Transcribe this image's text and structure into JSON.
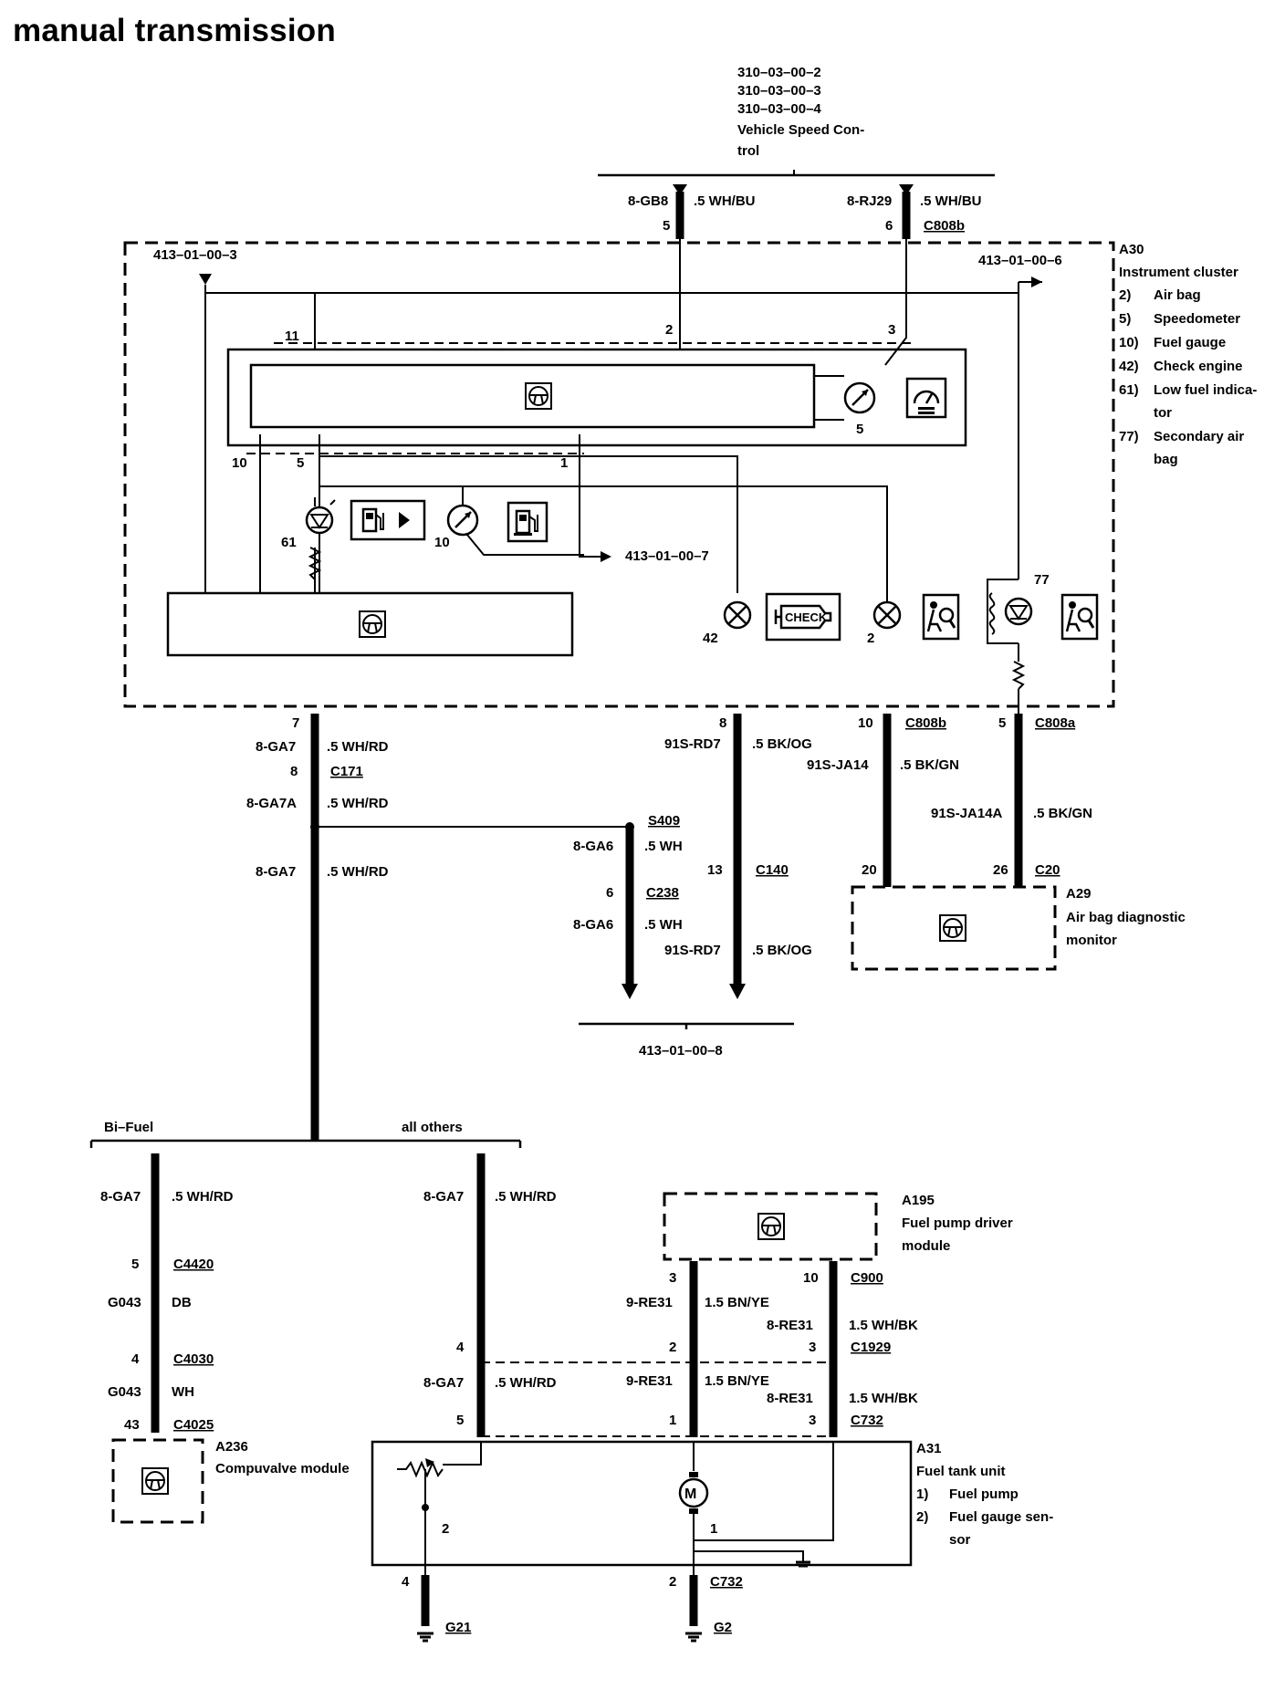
{
  "title": "manual transmission",
  "refs": {
    "vsc": [
      "310–03–00–2",
      "310–03–00–3",
      "310–03–00–4",
      "Vehicle Speed Con-",
      "trol"
    ],
    "r3": "413–01–00–3",
    "r6": "413–01–00–6",
    "r7": "413–01–00–7",
    "r8": "413–01–00–8"
  },
  "a30": {
    "id": "A30",
    "name": "Instrument cluster",
    "legend": [
      {
        "n": "2)",
        "t": "Air bag"
      },
      {
        "n": "5)",
        "t": "Speedometer"
      },
      {
        "n": "10)",
        "t": "Fuel gauge"
      },
      {
        "n": "42)",
        "t": "Check engine"
      },
      {
        "n": "61)",
        "t": "Low fuel indica-"
      },
      {
        "n": "",
        "t": "tor"
      },
      {
        "n": "77)",
        "t": "Secondary air"
      },
      {
        "n": "",
        "t": "bag"
      }
    ]
  },
  "a29": {
    "id": "A29",
    "l1": "Air bag diagnostic",
    "l2": "monitor"
  },
  "a195": {
    "id": "A195",
    "l1": "Fuel pump driver",
    "l2": "module"
  },
  "a236": {
    "id": "A236",
    "l1": "Compuvalve module"
  },
  "a31": {
    "id": "A31",
    "name": "Fuel tank unit",
    "legend": [
      {
        "n": "1)",
        "t": "Fuel pump"
      },
      {
        "n": "2)",
        "t": "Fuel gauge sen-"
      },
      {
        "n": "",
        "t": "sor"
      }
    ]
  },
  "branches": {
    "bifuel": "Bi–Fuel",
    "others": "all others"
  },
  "check_label": "CHECK",
  "labels": {
    "p5": "5",
    "p6": "6",
    "c808b_top": "C808b",
    "gb8": "8-GB8",
    "gb8c": ".5 WH/BU",
    "rj29": "8-RJ29",
    "rj29c": ".5 WH/BU",
    "p11": "11",
    "p2": "2",
    "p3": "3",
    "p10": "10",
    "p5b": "5",
    "p1": "1",
    "sp5": "5",
    "i61": "61",
    "i10": "10",
    "i42": "42",
    "i2": "2",
    "i77": "77",
    "p7": "7",
    "ga7a": "8-GA7",
    "ga7ac": ".5 WH/RD",
    "p8": "8",
    "c171": "C171",
    "ga7b": "8-GA7A",
    "ga7bc": ".5 WH/RD",
    "ga7c": "8-GA7",
    "ga7cc": ".5 WH/RD",
    "s409": "S409",
    "ga6a": "8-GA6",
    "ga6ac": ".5 WH",
    "p6b": "6",
    "c238": "C238",
    "ga6b": "8-GA6",
    "ga6bc": ".5 WH",
    "p8b": "8",
    "rd7a": "91S-RD7",
    "rd7ac": ".5 BK/OG",
    "p13": "13",
    "c140": "C140",
    "rd7b": "91S-RD7",
    "rd7bc": ".5 BK/OG",
    "p10b": "10",
    "c808b_bot": "C808b",
    "ja14": "91S-JA14",
    "ja14c": ".5 BK/GN",
    "p5c": "5",
    "c808a": "C808a",
    "ja14a": "91S-JA14A",
    "ja14ac": ".5 BK/GN",
    "p20": "20",
    "p26": "26",
    "c20": "C20",
    "bga7": "8-GA7",
    "bga7c": ".5 WH/RD",
    "p5d": "5",
    "c4420": "C4420",
    "g043a": "G043",
    "g043ac": "DB",
    "p4": "4",
    "c4030": "C4030",
    "g043b": "G043",
    "g043bc": "WH",
    "p43": "43",
    "c4025": "C4025",
    "oga7a": "8-GA7",
    "oga7ac": ".5 WH/RD",
    "p4b": "4",
    "oga7b": "8-GA7",
    "oga7bc": ".5 WH/RD",
    "p5e": "5",
    "p3b": "3",
    "p10c": "10",
    "c900": "C900",
    "re31a": "9-RE31",
    "re31ac": "1.5 BN/YE",
    "re31b": "8-RE31",
    "re31bc": "1.5 WH/BK",
    "p2b": "2",
    "p3c": "3",
    "c1929": "C1929",
    "re31c": "9-RE31",
    "re31cc": "1.5 BN/YE",
    "re31d": "8-RE31",
    "re31dc": "1.5 WH/BK",
    "p1b": "1",
    "p3d": "3",
    "c732a": "C732",
    "i2b": "2",
    "i1b": "1",
    "p4c": "4",
    "p2c": "2",
    "c732b": "C732",
    "g21": "G21",
    "g2": "G2"
  }
}
